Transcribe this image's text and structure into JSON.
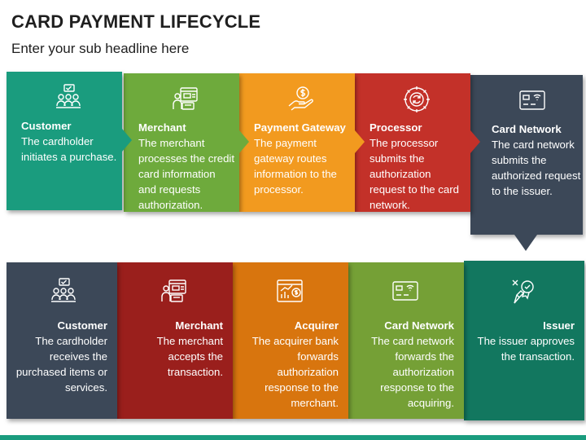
{
  "header": {
    "title": "CARD PAYMENT LIFECYCLE",
    "subtitle": "Enter your sub headline here"
  },
  "colors": {
    "teal": "#1a9c7e",
    "green": "#6eaa3c",
    "orange": "#f29a1f",
    "red": "#c33129",
    "slate": "#3c4858",
    "darkred": "#9a1f1c",
    "darkorange": "#d8750e",
    "olive": "#75a036",
    "darkteal": "#12775f"
  },
  "top_row": [
    {
      "name": "Customer",
      "desc": "The cardholder initiates a purchase.",
      "icon": "customers-icon"
    },
    {
      "name": "Merchant",
      "desc": "The merchant processes the credit card information and requests authorization.",
      "icon": "merchant-icon"
    },
    {
      "name": "Payment Gateway",
      "desc": "The payment gateway routes information to the processor.",
      "icon": "payment-hand-icon"
    },
    {
      "name": "Processor",
      "desc": "The processor submits the authorization request to the card network.",
      "icon": "processor-gear-icon"
    },
    {
      "name": "Card Network",
      "desc": "The card network submits the authorized request to the issuer.",
      "icon": "card-wifi-icon"
    }
  ],
  "bottom_row": [
    {
      "name": "Customer",
      "desc": "The cardholder receives the purchased items or services.",
      "icon": "customers-icon"
    },
    {
      "name": "Merchant",
      "desc": "The merchant accepts the transaction.",
      "icon": "merchant-icon"
    },
    {
      "name": "Acquirer",
      "desc": "The acquirer bank forwards authorization response to the merchant.",
      "icon": "acquirer-chart-icon"
    },
    {
      "name": "Card Network",
      "desc": "The card network forwards the authorization response to the acquiring.",
      "icon": "card-wifi-icon"
    },
    {
      "name": "Issuer",
      "desc": "The issuer approves the transaction.",
      "icon": "issuer-badge-icon"
    }
  ]
}
